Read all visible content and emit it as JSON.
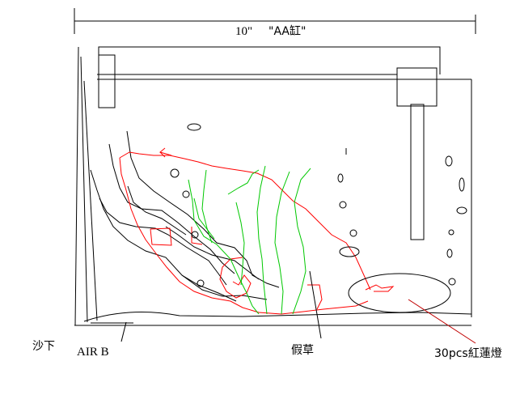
{
  "labels": {
    "tank_width": "10\"",
    "tank_name": "\"AA缸\"",
    "under_sand": "沙下",
    "air_b": "AIR B",
    "fake_grass": "假草",
    "fish": "30pcs紅蓮燈"
  },
  "colors": {
    "line": "#000000",
    "outline": "#ff0000",
    "plant": "#00c800",
    "pointer": "#c00000",
    "background": "#ffffff"
  }
}
